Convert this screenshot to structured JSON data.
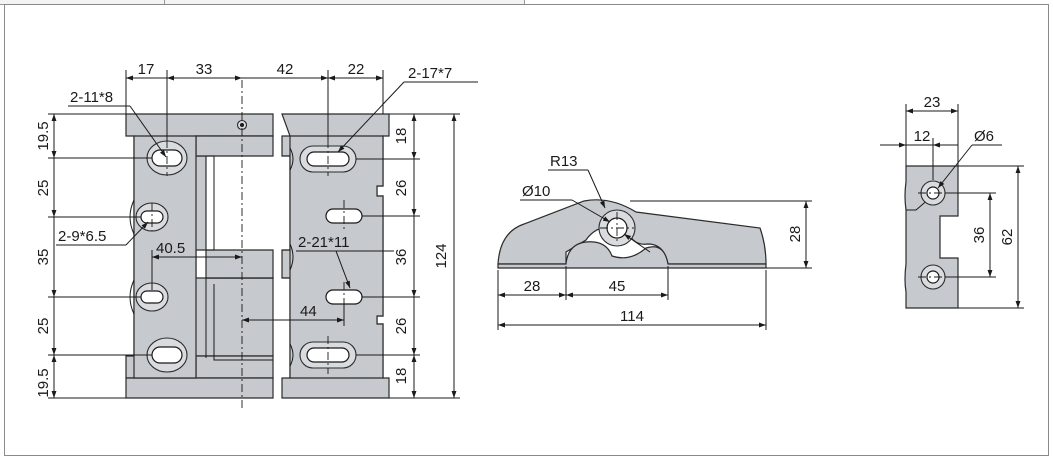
{
  "drawing": {
    "front_view": {
      "top_dims": [
        "17",
        "33",
        "42",
        "22"
      ],
      "left_dims": [
        "19.5",
        "25",
        "35",
        "25",
        "19.5"
      ],
      "right_dims": [
        "18",
        "26",
        "36",
        "26",
        "18"
      ],
      "overall_height": "124",
      "callouts": {
        "slot_left_top": "2-11*8",
        "slot_right_top": "2-17*7",
        "slot_left_mid": "2-9*6.5",
        "slot_right_mid": "2-21*11",
        "offset_left": "40.5",
        "offset_right": "44"
      }
    },
    "side_view": {
      "radius": "R13",
      "diameter": "Ø10",
      "height": "28",
      "dim_a": "28",
      "dim_b": "45",
      "overall_width": "114"
    },
    "end_view": {
      "width": "23",
      "inner": "12",
      "diameter": "Ø6",
      "hole_spacing": "36",
      "height": "62"
    }
  }
}
